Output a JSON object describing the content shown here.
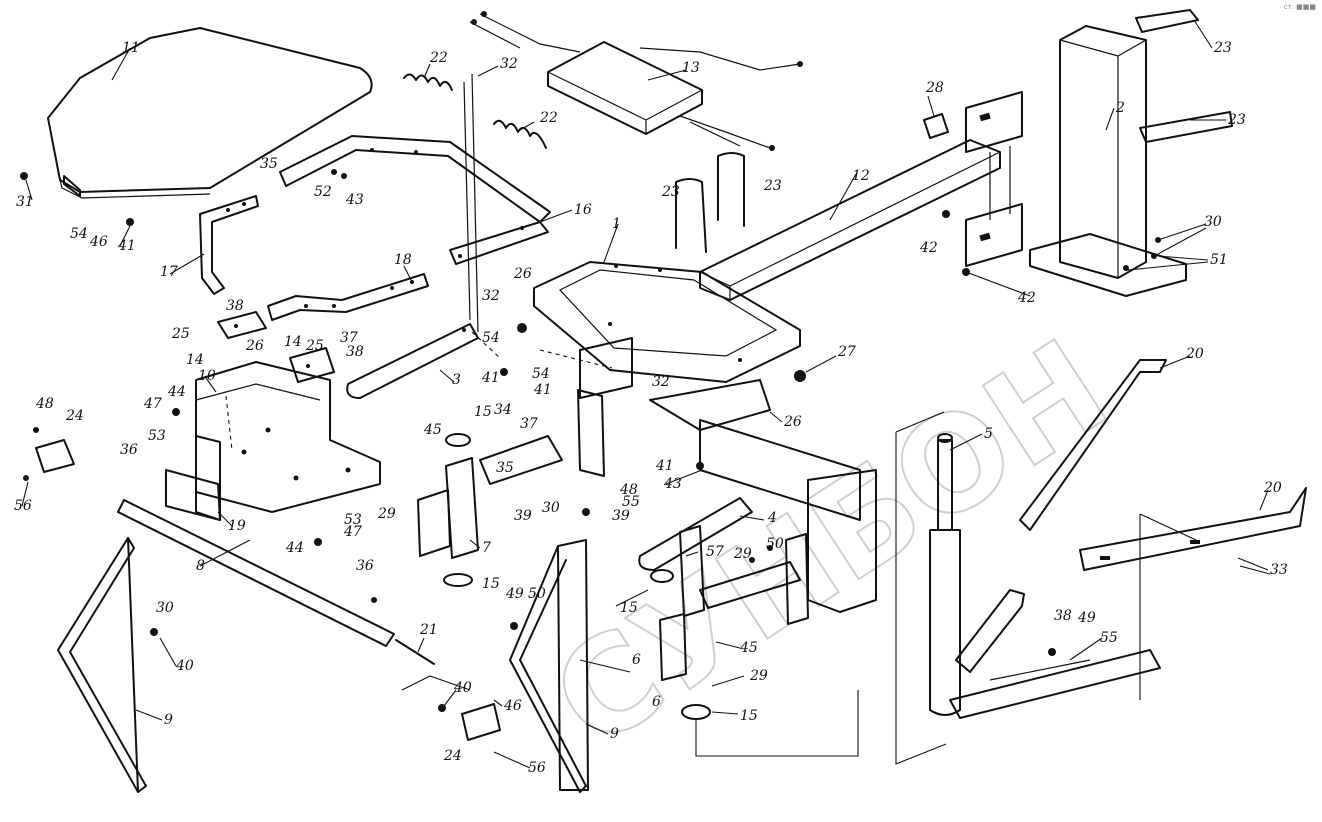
{
  "watermark": "СУНБОН",
  "corner_mark": "ст. ■■■",
  "callouts": [
    "1",
    "2",
    "3",
    "4",
    "5",
    "6",
    "7",
    "8",
    "9",
    "10",
    "11",
    "12",
    "13",
    "14",
    "15",
    "16",
    "17",
    "18",
    "19",
    "20",
    "21",
    "22",
    "23",
    "24",
    "25",
    "26",
    "27",
    "28",
    "29",
    "30",
    "31",
    "32",
    "33",
    "34",
    "35",
    "36",
    "37",
    "38",
    "39",
    "40",
    "41",
    "42",
    "43",
    "44",
    "45",
    "46",
    "47",
    "48",
    "49",
    "50",
    "51",
    "52",
    "53",
    "54",
    "55",
    "56",
    "57"
  ]
}
